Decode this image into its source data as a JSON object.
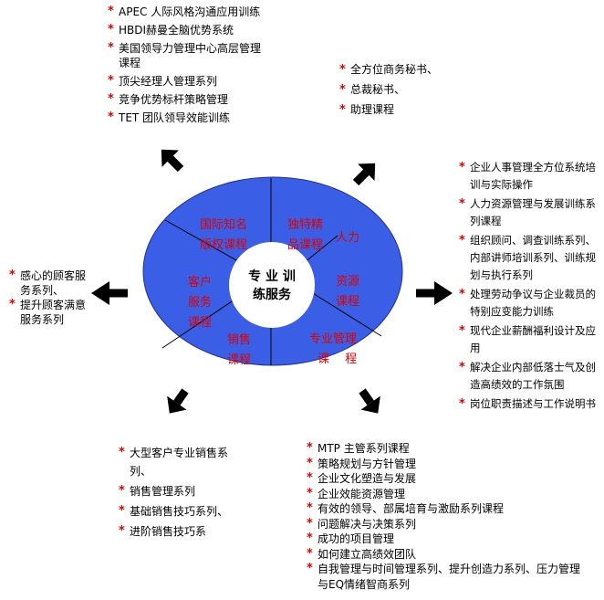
{
  "center": {
    "line1": "专 业 训",
    "line2": "练服务"
  },
  "segments": {
    "international": [
      "国际知名",
      "版权课程"
    ],
    "unique": [
      "独特精",
      "品课程"
    ],
    "hr": [
      "人力",
      "资源",
      "课程"
    ],
    "professional_management": [
      "专业管理",
      "课　 程"
    ],
    "sales": [
      "销售",
      "课程"
    ],
    "customer": [
      "客户",
      "服务",
      "课程"
    ]
  },
  "lists": {
    "top_left": [
      "APEC 人际风格沟通应用训练",
      "HBDI赫曼全脑优势系统",
      "美国领导力管理中心高层管理课程",
      "顶尖经理人管理系列",
      "竞争优势标杆策略管理",
      "TET 团队领导效能训练"
    ],
    "top_right": [
      "全方位商务秘书、",
      "总裁秘书、",
      "助理课程"
    ],
    "right": [
      "企业人事管理全方位系统培训与实际操作",
      "人力资源管理与发展训练系列课程",
      "组织顾问、调查训练系列、内部讲师培训系列、训练规划与执行系列",
      "处理劳动争议与企业裁员的特别应变能力训练",
      "现代企业薪酬福利设计及应用",
      "解决企业内部低落士气及创造高绩效的工作氛围",
      "岗位职责描述与工作说明书"
    ],
    "left": [
      "感心的顾客服务系列、",
      "提升顾客满意服务系列"
    ],
    "bottom_left": [
      "大型客户专业销售系列、",
      "销售管理系列",
      "基础销售技巧系列、",
      "进阶销售技巧系"
    ],
    "bottom_right": [
      "MTP 主管系列课程",
      "策略规划与方针管理",
      "企业文化塑造与发展",
      "企业效能资源管理",
      "有效的领导、部属培育与激励系列课程",
      "问题解决与决策系列",
      "成功的项目管理",
      "如何建立高绩效团队",
      "自我管理与时间管理系列、提升创造力系列、压力管理与EQ情绪智商系列"
    ]
  },
  "colors": {
    "disc": "#3a5fe6",
    "segment_text": "#e00000",
    "bullet": "#e00000",
    "arrow": "#000000"
  }
}
